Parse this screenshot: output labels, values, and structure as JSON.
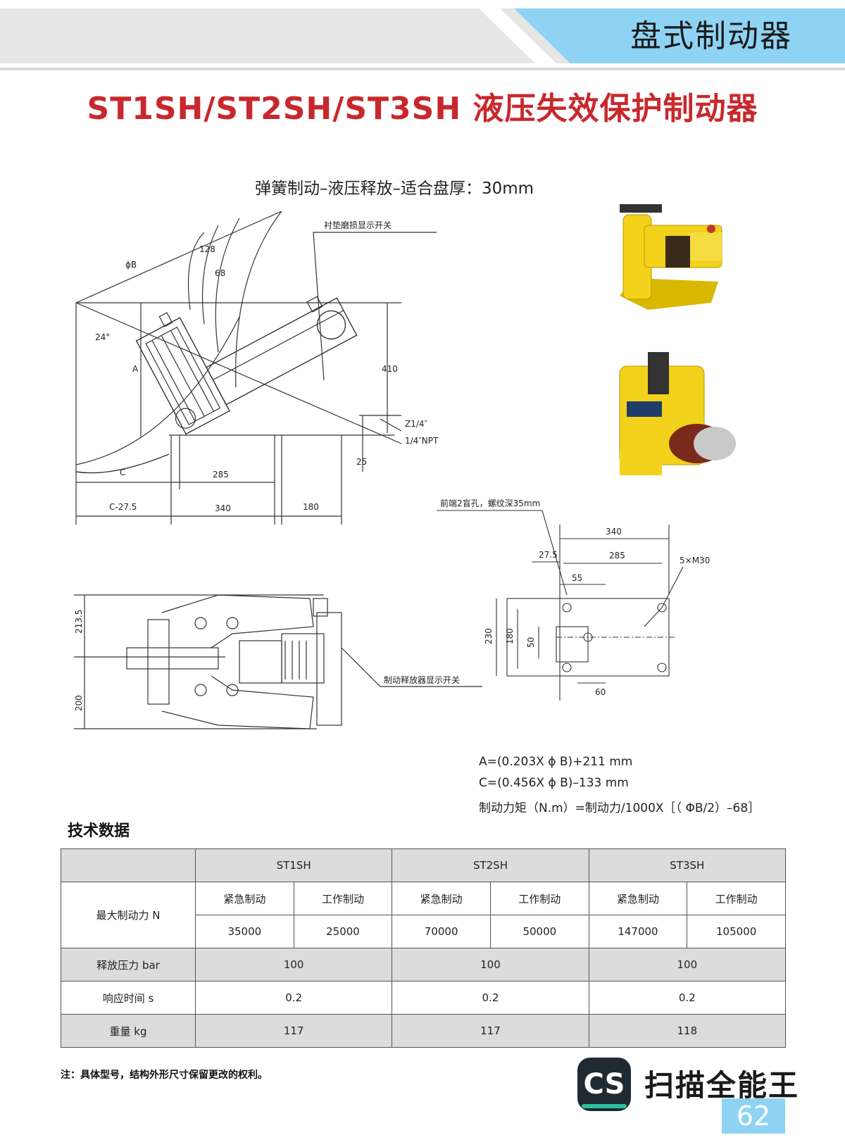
{
  "header": {
    "category": "盘式制动器"
  },
  "title": "ST1SH/ST2SH/ST3SH 液压失效保护制动器",
  "subtitle": "弹簧制动–液压释放–适合盘厚：30mm",
  "drawing_side": {
    "labels": {
      "phiB": "ϕB",
      "d128": "128",
      "d68": "68",
      "angle24": "24°",
      "A": "A",
      "d410": "410",
      "z14": "Z1/4″",
      "npt": "1/4″NPT",
      "d25": "25",
      "C": "C",
      "d285": "285",
      "c275": "C-27.5",
      "d340": "340",
      "d180": "180",
      "wear_switch": "衬垫磨损显示开关"
    }
  },
  "drawing_top": {
    "labels": {
      "d2135": "213.5",
      "d200": "200",
      "release_switch": "制动释放器显示开关"
    }
  },
  "drawing_mount": {
    "labels": {
      "blind_holes": "前端2盲孔，螺纹深35mm",
      "d340": "340",
      "d275": "27.5",
      "d285": "285",
      "d55": "55",
      "m30": "5×M30",
      "d230": "230",
      "d180": "180",
      "d50": "50",
      "d60": "60"
    }
  },
  "formulas": [
    "A=(0.203X ϕ B)+211  mm",
    "C=(0.456X ϕ B)–133  mm",
    "制动力矩（N.m）=制动力/1000X［（ ΦB/2）–68］"
  ],
  "tech": {
    "title": "技术数据",
    "models": [
      "ST1SH",
      "ST2SH",
      "ST3SH"
    ],
    "max_force_label": "最大制动力   N",
    "mode_emergency": "紧急制动",
    "mode_work": "工作制动",
    "forces": [
      "35000",
      "25000",
      "70000",
      "50000",
      "147000",
      "105000"
    ],
    "release_label": "释放压力   bar",
    "release": [
      "100",
      "100",
      "100"
    ],
    "response_label": "响应时间   s",
    "response": [
      "0.2",
      "0.2",
      "0.2"
    ],
    "weight_label": "重量   kg",
    "weight": [
      "117",
      "117",
      "118"
    ]
  },
  "note": "注：具体型号，结构外形尺寸保留更改的权利。",
  "watermark": {
    "logo": "CS",
    "brand": "扫描全能王"
  },
  "page_number": "62",
  "colors": {
    "title_red": "#c8282d",
    "header_blue": "#8fd3f4",
    "product_yellow": "#f2d21a"
  }
}
